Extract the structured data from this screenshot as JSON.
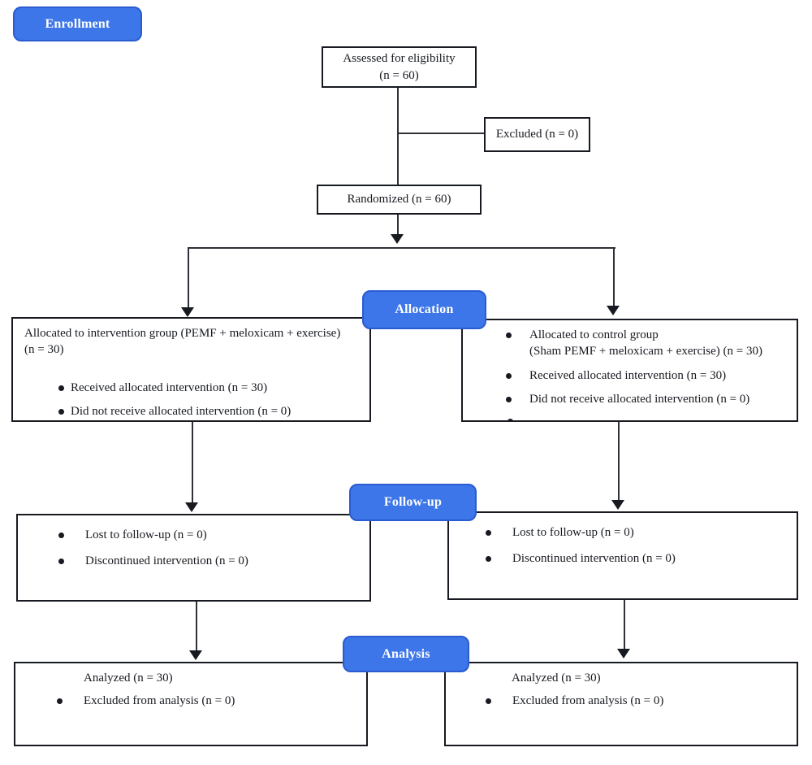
{
  "sections": {
    "enrollment": "Enrollment",
    "allocation": "Allocation",
    "followup": "Follow-up",
    "analysis": "Analysis"
  },
  "boxes": {
    "assessed": {
      "line1": "Assessed for eligibility",
      "line2": "(n = 60)"
    },
    "excluded": {
      "text": "Excluded (n = 0)"
    },
    "randomized": {
      "text": "Randomized (n = 60)"
    },
    "allocation_left": {
      "heading": "Allocated to intervention group (PEMF + meloxicam + exercise)\n(n = 30)",
      "bullets": [
        "Received allocated intervention (n = 30)",
        "Did not receive allocated intervention (n = 0)"
      ]
    },
    "allocation_right": {
      "bullets": [
        "Allocated to control group\n(Sham PEMF + meloxicam + exercise) (n = 30)",
        "Received allocated intervention (n = 30)",
        "Did not receive allocated intervention (n = 0)"
      ]
    },
    "followup_left": {
      "bullets": [
        "Lost to follow-up (n = 0)",
        "Discontinued intervention (n = 0)"
      ]
    },
    "followup_right": {
      "bullets": [
        "Lost to follow-up (n = 0)",
        "Discontinued intervention (n = 0)"
      ]
    },
    "analysis_left": {
      "line": "Analyzed (n = 30)",
      "bullets": [
        "Excluded from analysis (n = 0)"
      ]
    },
    "analysis_right": {
      "line": "Analyzed (n = 30)",
      "bullets": [
        "Excluded from analysis (n = 0)"
      ]
    }
  },
  "colors": {
    "accent_blue": "#3d76e8",
    "accent_border": "#2a5bd0",
    "line_color": "#2e3138"
  }
}
